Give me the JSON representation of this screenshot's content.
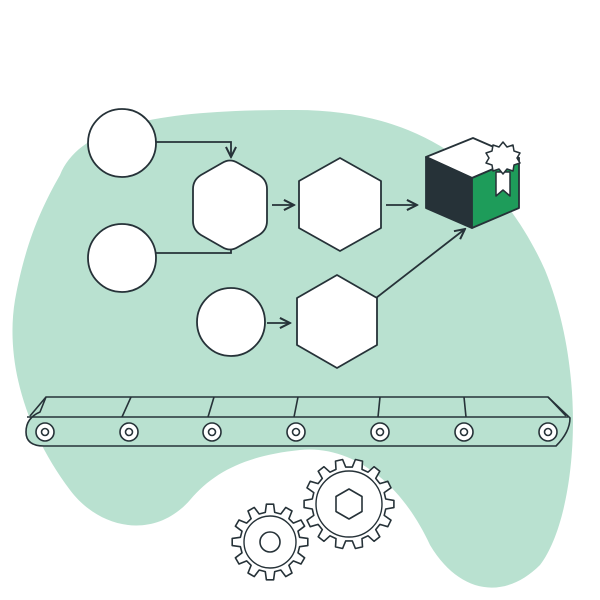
{
  "illustration": {
    "colors": {
      "background": "#ffffff",
      "blob": "#b9e1d0",
      "stroke": "#263238",
      "box_dark": "#263238",
      "box_accent": "#1e9c5a",
      "shape_fill": "#ffffff"
    },
    "nodes": [
      {
        "name": "input-circle-1",
        "shape": "circle"
      },
      {
        "name": "input-circle-2",
        "shape": "circle"
      },
      {
        "name": "input-circle-3",
        "shape": "circle"
      },
      {
        "name": "process-hexagon-1",
        "shape": "hexagon"
      },
      {
        "name": "process-hexagon-2",
        "shape": "hexagon"
      },
      {
        "name": "process-hexagon-3",
        "shape": "hexagon"
      },
      {
        "name": "product-box-icon",
        "shape": "cube"
      }
    ],
    "edges": [
      {
        "from": "input-circle-1",
        "to": "process-hexagon-1"
      },
      {
        "from": "input-circle-2",
        "to": "process-hexagon-1"
      },
      {
        "from": "process-hexagon-1",
        "to": "process-hexagon-2"
      },
      {
        "from": "process-hexagon-2",
        "to": "product-box-icon"
      },
      {
        "from": "input-circle-3",
        "to": "process-hexagon-3"
      },
      {
        "from": "process-hexagon-3",
        "to": "product-box-icon"
      }
    ],
    "icons": [
      "conveyor-belt-icon",
      "gear-icon",
      "gear-icon",
      "award-badge-icon"
    ]
  }
}
